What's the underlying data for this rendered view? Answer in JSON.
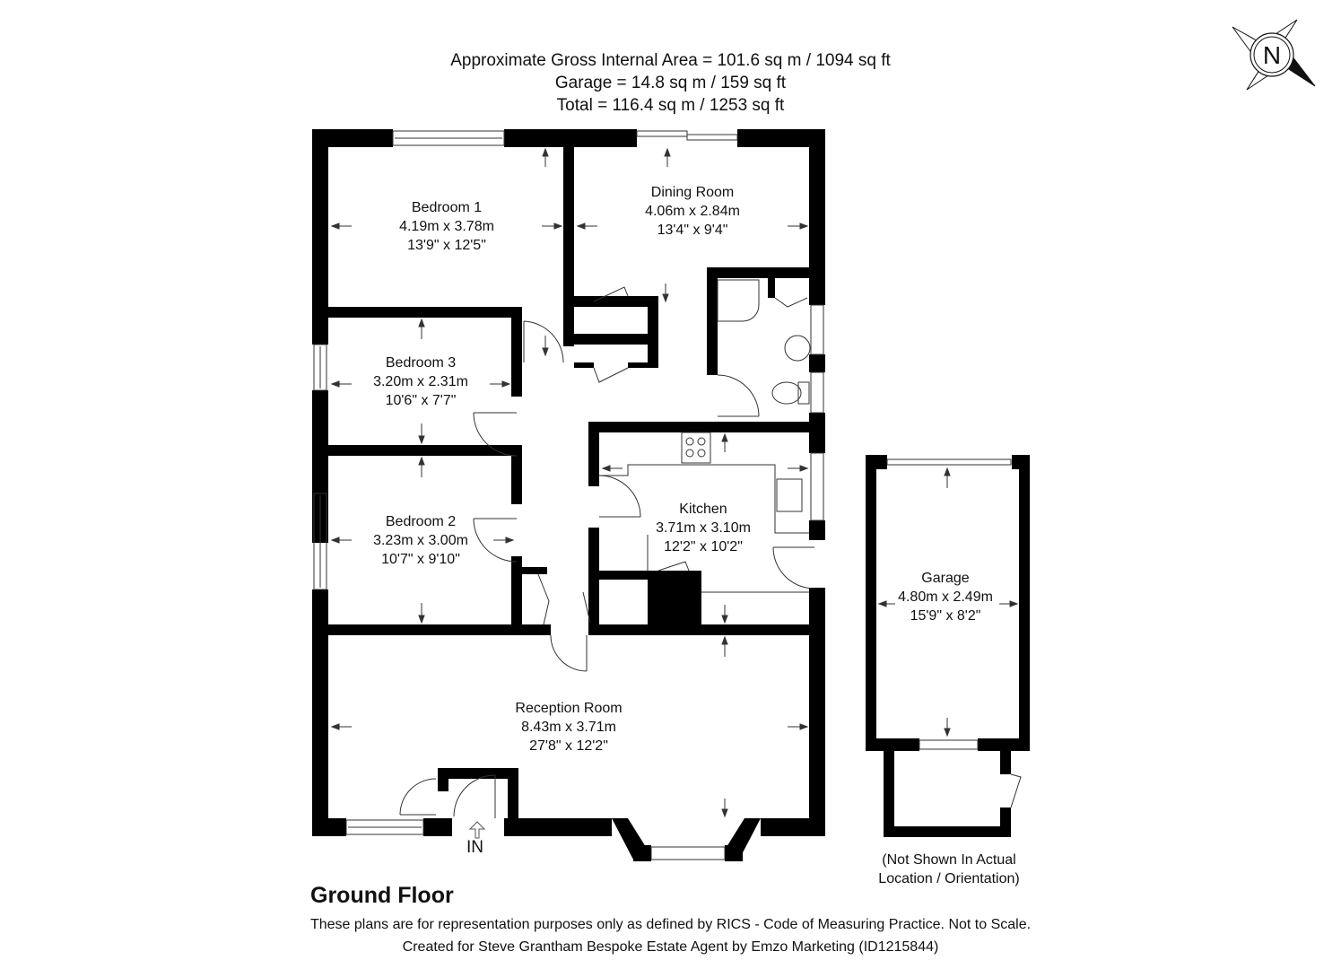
{
  "header": {
    "gross_internal_area": "Approximate Gross Internal Area = 101.6 sq m / 1094 sq ft",
    "garage_area": "Garage = 14.8 sq m / 159 sq ft",
    "total_area": "Total = 116.4 sq m / 1253 sq ft"
  },
  "compass": {
    "label": "N"
  },
  "floor": {
    "title": "Ground Floor"
  },
  "rooms": [
    {
      "name": "Bedroom 1",
      "metric": "4.19m x 3.78m",
      "imperial": "13'9\" x 12'5\""
    },
    {
      "name": "Dining Room",
      "metric": "4.06m x 2.84m",
      "imperial": "13'4\" x 9'4\""
    },
    {
      "name": "Bedroom 3",
      "metric": "3.20m x 2.31m",
      "imperial": "10'6\" x 7'7\""
    },
    {
      "name": "Bedroom 2",
      "metric": "3.23m x 3.00m",
      "imperial": "10'7\" x 9'10\""
    },
    {
      "name": "Kitchen",
      "metric": "3.71m x 3.10m",
      "imperial": "12'2\" x 10'2\""
    },
    {
      "name": "Reception Room",
      "metric": "8.43m x 3.71m",
      "imperial": "27'8\" x 12'2\""
    },
    {
      "name": "Garage",
      "metric": "4.80m x 2.49m",
      "imperial": "15'9\" x 8'2\""
    }
  ],
  "entrance": {
    "label": "IN"
  },
  "garage_note": {
    "line1": "(Not Shown In Actual",
    "line2": "Location / Orientation)"
  },
  "footer": {
    "disclaimer": "These plans are for representation purposes only as defined by RICS - Code of Measuring Practice. Not to Scale.",
    "credit": "Created for Steve Grantham Bespoke Estate Agent by Emzo Marketing (ID1215844)"
  }
}
